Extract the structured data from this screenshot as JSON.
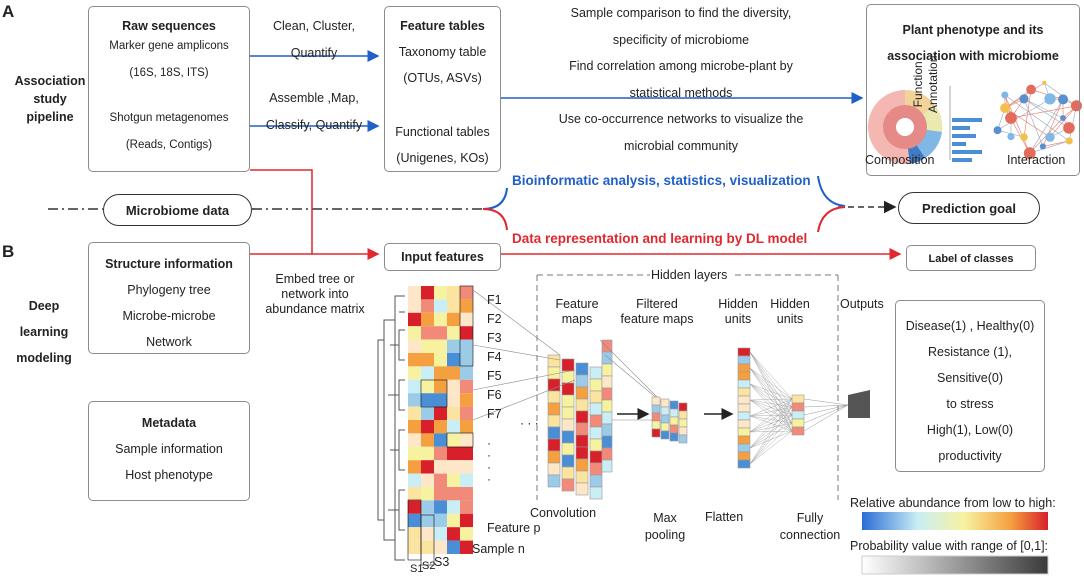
{
  "panel_labels": {
    "a": "A",
    "b": "B"
  },
  "section_a_label": [
    "Association",
    "study",
    "pipeline"
  ],
  "section_b_label": [
    "Deep",
    "learning",
    "modeling"
  ],
  "raw_sequences": {
    "title": "Raw sequences",
    "amplicons": "Marker gene amplicons",
    "amplicon_types": "(16S, 18S, ITS)",
    "shotgun": "Shotgun metagenomes",
    "shotgun_types": "(Reads, Contigs)"
  },
  "processing_top": [
    "Clean, Cluster,",
    "Quantify"
  ],
  "processing_bottom": [
    "Assemble ,Map,",
    "Classify,  Quantify"
  ],
  "feature_tables": {
    "title": "Feature tables",
    "taxonomy": "Taxonomy table",
    "taxonomy_types": "(OTUs, ASVs)",
    "functional": "Functional tables",
    "functional_types": "(Unigenes,  KOs)"
  },
  "analysis_steps": [
    "Sample comparison to find the diversity,",
    "specificity of microbiome",
    "Find correlation among microbe-plant by",
    "statistical methods",
    "Use co-occurrence networks to visualize the",
    "microbial community"
  ],
  "phenotype_box": {
    "title": [
      "Plant phenotype and its",
      "association with microbiome"
    ],
    "composition": "Composition",
    "function_annotation": [
      "Function",
      "Annotation"
    ],
    "interaction": "Interaction"
  },
  "microbiome_data": "Microbiome data",
  "prediction_goal": "Prediction goal",
  "bio_analysis": "Bioinformatic analysis, statistics,  visualization",
  "dl_representation": "Data representation and learning by  DL model",
  "input_features": "Input features",
  "label_of_classes": "Label of classes",
  "structure_info": {
    "title": "Structure information",
    "items": [
      "Phylogeny tree",
      "Microbe-microbe",
      "Network"
    ]
  },
  "embed_note": [
    "Embed tree or",
    "network into",
    "abundance matrix"
  ],
  "metadata": {
    "title": "Metadata",
    "items": [
      "Sample information",
      "Host phenotype"
    ]
  },
  "features": [
    "F1",
    "F2",
    "F3",
    "F4",
    "F5",
    "F6",
    "F7"
  ],
  "feature_p": "Feature p",
  "sample_n": "Sample n",
  "samples": [
    "S1",
    "S2",
    "S3"
  ],
  "hidden_layers": "Hidden layers",
  "layer_labels": {
    "feature_maps": [
      "Feature",
      "maps"
    ],
    "filtered_maps": [
      "Filtered",
      "feature maps"
    ],
    "hidden_units_1": [
      "Hidden",
      "units"
    ],
    "hidden_units_2": [
      "Hidden",
      "units"
    ],
    "outputs": "Outputs"
  },
  "operations": {
    "convolution": "Convolution",
    "max_pooling": [
      "Max",
      "pooling"
    ],
    "flatten": "Flatten",
    "fully_connection": [
      "Fully",
      "connection"
    ]
  },
  "outputs_box": [
    "Disease(1) , Healthy(0)",
    "Resistance (1),",
    "Sensitive(0)",
    "to stress",
    "High(1), Low(0)",
    "productivity"
  ],
  "legend": {
    "abundance": "Relative abundance from low to high:",
    "probability": "Probability value with range of [0,1]:"
  },
  "colors": {
    "blue": "#1f5fc8",
    "red": "#e0282e",
    "box_border": "#8c8c8c"
  }
}
